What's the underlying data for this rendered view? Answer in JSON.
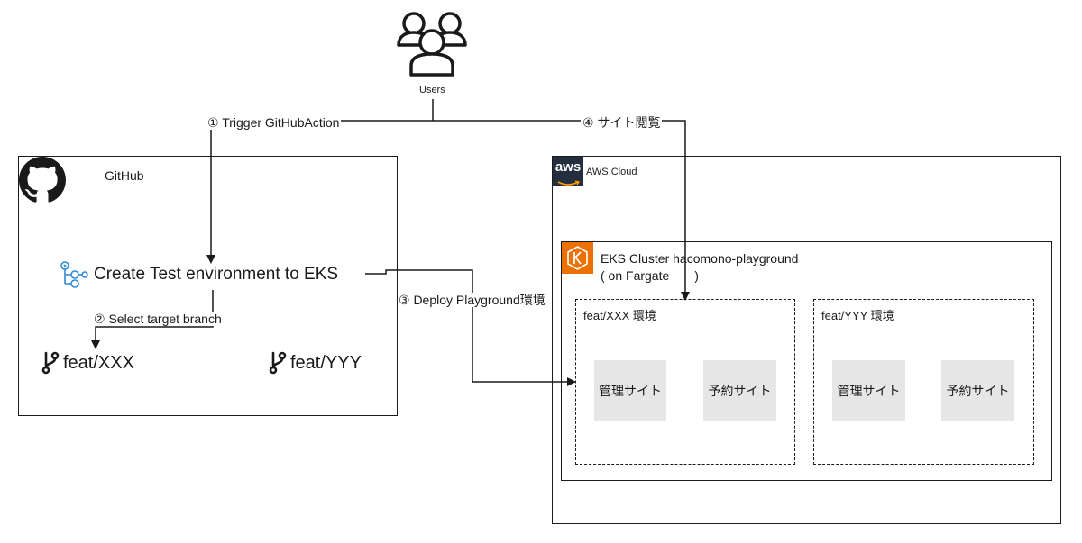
{
  "users": {
    "label": "Users",
    "icon": "users-icon"
  },
  "github": {
    "title": "GitHub",
    "icon": "github-icon",
    "workflow": {
      "label": "Create Test environment to EKS",
      "icon": "github-actions-icon"
    },
    "branches": [
      {
        "label": "feat/XXX",
        "icon": "git-branch-icon"
      },
      {
        "label": "feat/YYY",
        "icon": "git-branch-icon"
      }
    ]
  },
  "aws": {
    "title": "AWS Cloud",
    "logo_text": "aws",
    "cluster": {
      "title": "EKS Cluster hacomono-playground",
      "subtitle": "( on Fargate　　)",
      "icon": "eks-icon",
      "environments": [
        {
          "title": "feat/XXX 環境",
          "sites": [
            "管理サイト",
            "予約サイト"
          ]
        },
        {
          "title": "feat/YYY 環境",
          "sites": [
            "管理サイト",
            "予約サイト"
          ]
        }
      ]
    }
  },
  "edges": {
    "trigger": "① Trigger GitHubAction",
    "select_branch": "② Select target branch",
    "deploy": "③ Deploy Playground環境",
    "browse": "④ サイト閲覧"
  },
  "colors": {
    "stroke": "#1a1a1a",
    "aws_orange": "#ed7100",
    "aws_header": "#232f3e",
    "site_bg": "#e6e6e6",
    "actions_blue": "#2d8ad6"
  }
}
